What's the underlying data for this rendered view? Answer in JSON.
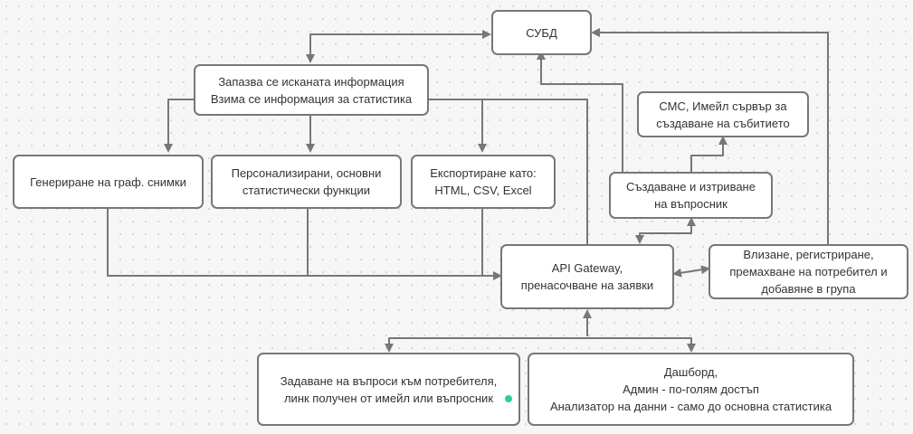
{
  "nodes": {
    "db": {
      "lines": [
        "СУБД"
      ]
    },
    "store": {
      "lines": [
        "Запазва се исканата информация",
        "Взима се информация за статистика"
      ]
    },
    "gen": {
      "lines": [
        "Генериране на граф. снимки"
      ]
    },
    "stats": {
      "lines": [
        "Персонализирани, основни",
        "статистически функции"
      ]
    },
    "export": {
      "lines": [
        "Експортиране като:",
        "HTML, CSV, Excel"
      ]
    },
    "sms": {
      "lines": [
        "СМС, Имейл сървър за",
        "създаване на събитието"
      ]
    },
    "create": {
      "lines": [
        "Създаване и изтриване",
        "на въпросник"
      ]
    },
    "api": {
      "lines": [
        "API Gateway,",
        "пренасочване на заявки"
      ]
    },
    "login": {
      "lines": [
        "Влизане, регистриране,",
        "премахване на потребител и",
        "добавяне в група"
      ]
    },
    "ask": {
      "lines": [
        "Задаване на въпроси към потребителя,",
        "линк получен от имейл или въпросник"
      ]
    },
    "dash": {
      "lines": [
        "Дашборд,",
        "Админ - по-голям достъп",
        "Анализатор на данни - само до основна статистика"
      ]
    }
  },
  "colors": {
    "stroke": "#777777",
    "accent_dot": "#2ecc9a"
  }
}
